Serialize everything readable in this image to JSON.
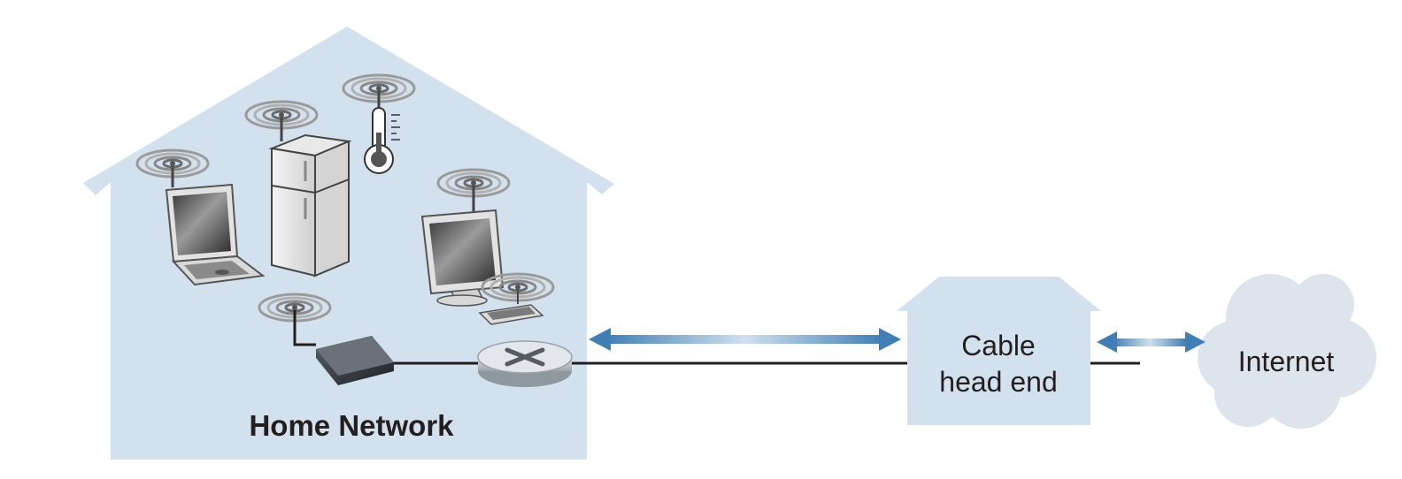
{
  "labels": {
    "home_network": "Home Network",
    "cable_head_end_line1": "Cable",
    "cable_head_end_line2": "head end",
    "internet": "Internet"
  },
  "colors": {
    "house_fill": "#d3e1ee",
    "arrow_blue": "#3f7fb6",
    "arrow_light": "#cfe0f0",
    "line": "#231f20",
    "cloud_fill": "#dde4ec"
  },
  "icons": [
    "wireless-signal-icon",
    "laptop-icon",
    "refrigerator-icon",
    "thermometer-icon",
    "desktop-monitor-icon",
    "keyboard-icon",
    "cable-modem-icon",
    "router-icon"
  ]
}
